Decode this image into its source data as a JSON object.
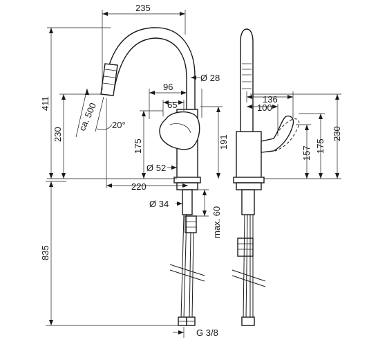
{
  "dimensions": {
    "overall_reach": "235",
    "spout_diameter": "Ø 28",
    "height_total": "411",
    "pullout_length": "ca. 500",
    "swivel_angle": "20°",
    "height_spout_outlet": "230",
    "handle_width_outer": "96",
    "handle_width_inner": "65",
    "handle_height": "175",
    "base_height": "191",
    "base_diameter": "Ø 52",
    "projection": "220",
    "shank_diameter": "Ø 34",
    "deck_thickness": "max. 60",
    "hose_length": "835",
    "connection_thread": "G 3/8",
    "side_handle_reach_outer": "136",
    "side_handle_reach_inner": "100",
    "side_handle_height_low": "157",
    "side_handle_height_mid": "175",
    "side_outlet_height": "230"
  }
}
